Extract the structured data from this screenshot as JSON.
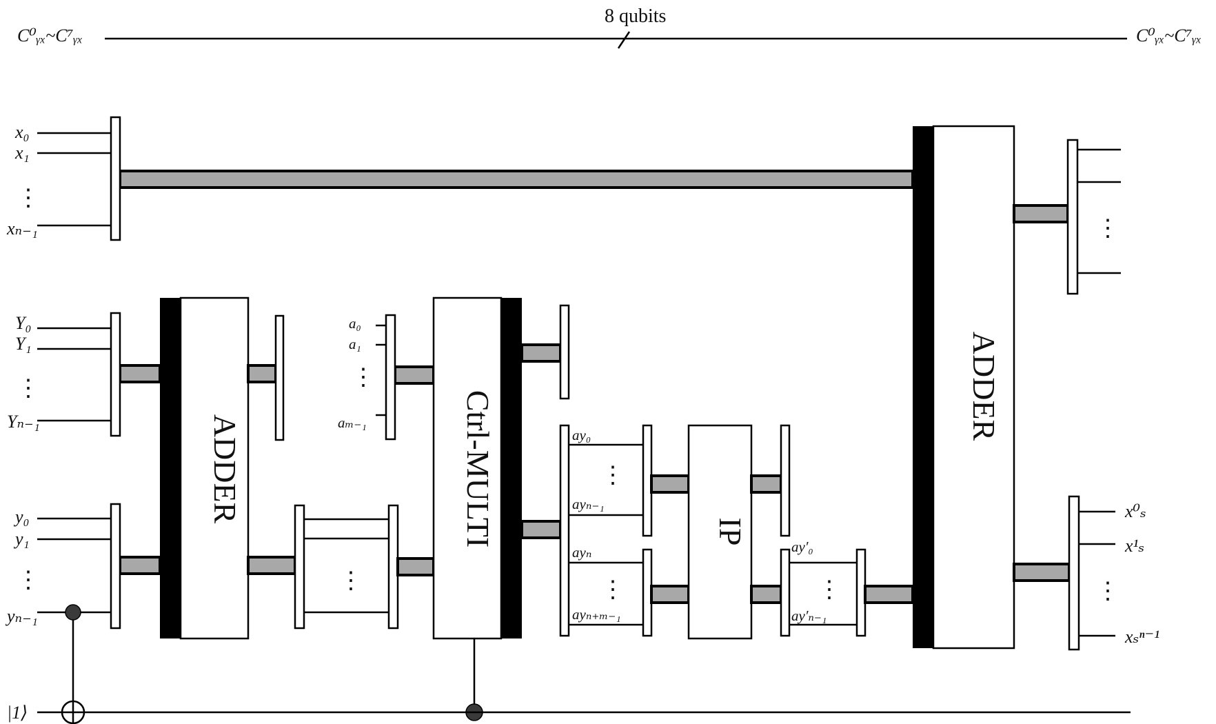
{
  "top_wire": {
    "left_label": "C⁰ᵧₓ~C⁷ᵧₓ",
    "right_label": "C⁰ᵧₓ~C⁷ᵧₓ",
    "qubits_label": "8 qubits"
  },
  "inputs": {
    "x": [
      "x₀",
      "x₁",
      "xₙ₋₁"
    ],
    "Y": [
      "Y₀",
      "Y₁",
      "Yₙ₋₁"
    ],
    "y": [
      "y₀",
      "y₁",
      "yₙ₋₁"
    ],
    "a": [
      "a₀",
      "a₁",
      "aₘ₋₁"
    ],
    "ancilla": "|1⟩"
  },
  "gates": {
    "adder1": "ADDER",
    "ctrl_multi": "Ctrl-MULTI",
    "ip": "IP",
    "adder2": "ADDER"
  },
  "mid_labels": {
    "ay0": "ay₀",
    "ayn1": "ayₙ₋₁",
    "ayn": "ayₙ",
    "aynm1": "ayₙ₊ₘ₋₁",
    "ayp0": "ay′₀",
    "aypn1": "ay′ₙ₋₁"
  },
  "outputs": {
    "xs": [
      "x⁰ₛ",
      "x¹ₛ",
      "xₛⁿ⁻¹"
    ]
  },
  "ellipsis": "⋮"
}
